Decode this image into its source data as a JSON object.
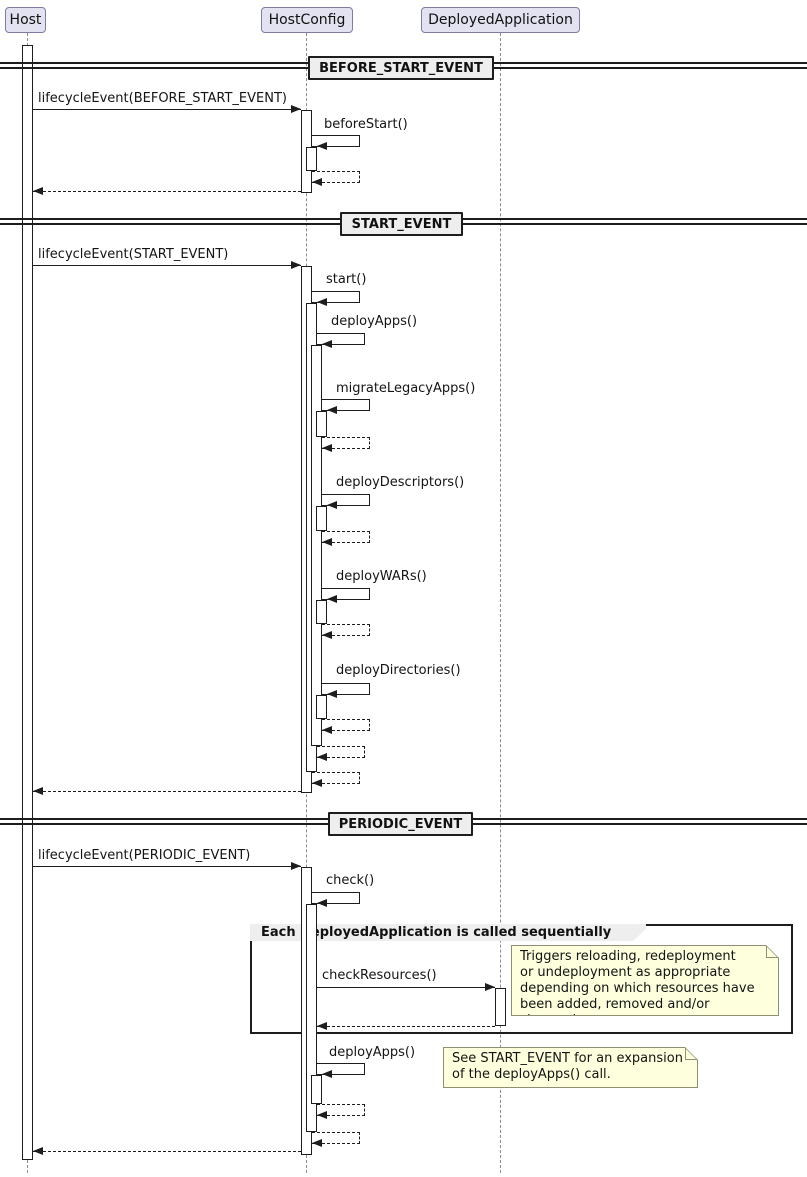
{
  "participants": [
    {
      "name": "Host"
    },
    {
      "name": "HostConfig"
    },
    {
      "name": "DeployedApplication"
    }
  ],
  "dividers": [
    {
      "label": "BEFORE_START_EVENT"
    },
    {
      "label": "START_EVENT"
    },
    {
      "label": "PERIODIC_EVENT"
    }
  ],
  "messages": {
    "lifecycle_before": "lifecycleEvent(BEFORE_START_EVENT)",
    "before_start": "beforeStart()",
    "lifecycle_start": "lifecycleEvent(START_EVENT)",
    "start": "start()",
    "deploy_apps": "deployApps()",
    "migrate_legacy_apps": "migrateLegacyApps()",
    "deploy_descriptors": "deployDescriptors()",
    "deploy_wars": "deployWARs()",
    "deploy_directories": "deployDirectories()",
    "lifecycle_periodic": "lifecycleEvent(PERIODIC_EVENT)",
    "check": "check()",
    "check_resources": "checkResources()",
    "deploy_apps_periodic": "deployApps()"
  },
  "group": {
    "label": "Each DeployedApplication is called sequentially"
  },
  "notes": {
    "check_resources_note": "Triggers reloading, redeployment\nor undeployment as appropriate\ndepending on which resources have\nbeen added, removed and/or changed.",
    "deploy_apps_note": "See START_EVENT for an expansion\nof the deployApps() call."
  },
  "colors": {
    "participant_fill": "#E2E2F0",
    "participant_border": "#7d7da3",
    "divider_fill": "#EEEEEE",
    "group_header_fill": "#EEEEEE",
    "note_fill": "#FEFFDD",
    "note_border": "#8f8f74",
    "line": "#1d1d1d",
    "lifeline": "#8c8c8c",
    "background": "#FFFFFF"
  }
}
